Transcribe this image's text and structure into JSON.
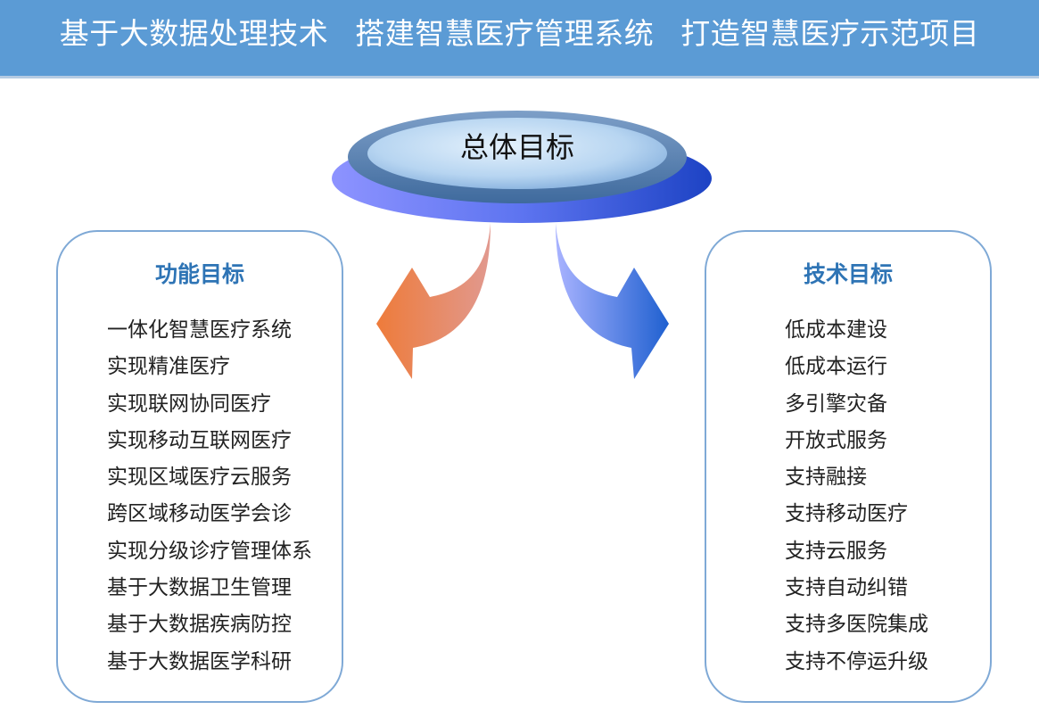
{
  "header": {
    "phrases": [
      "基于大数据处理技术",
      "搭建智慧医疗管理系统",
      "打造智慧医疗示范项目"
    ]
  },
  "center": {
    "label": "总体目标"
  },
  "arrows": {
    "left_colors": [
      "#ee7b3a",
      "#e1998f"
    ],
    "right_colors": [
      "#a9b3ff",
      "#1f60d0"
    ]
  },
  "left_panel": {
    "title": "功能目标",
    "items": [
      "一体化智慧医疗系统",
      "实现精准医疗",
      "实现联网协同医疗",
      "实现移动互联网医疗",
      "实现区域医疗云服务",
      "跨区域移动医学会诊",
      "实现分级诊疗管理体系",
      "基于大数据卫生管理",
      "基于大数据疾病防控",
      "基于大数据医学科研"
    ]
  },
  "right_panel": {
    "title": "技术目标",
    "items": [
      "低成本建设",
      "低成本运行",
      "多引擎灾备",
      "开放式服务",
      "支持融接",
      "支持移动医疗",
      "支持云服务",
      "支持自动纠错",
      "支持多医院集成",
      "支持不停运升级"
    ]
  },
  "colors": {
    "banner": "#5b9bd5",
    "title_blue": "#2e74b5",
    "panel_border": "#7fa9d6"
  }
}
